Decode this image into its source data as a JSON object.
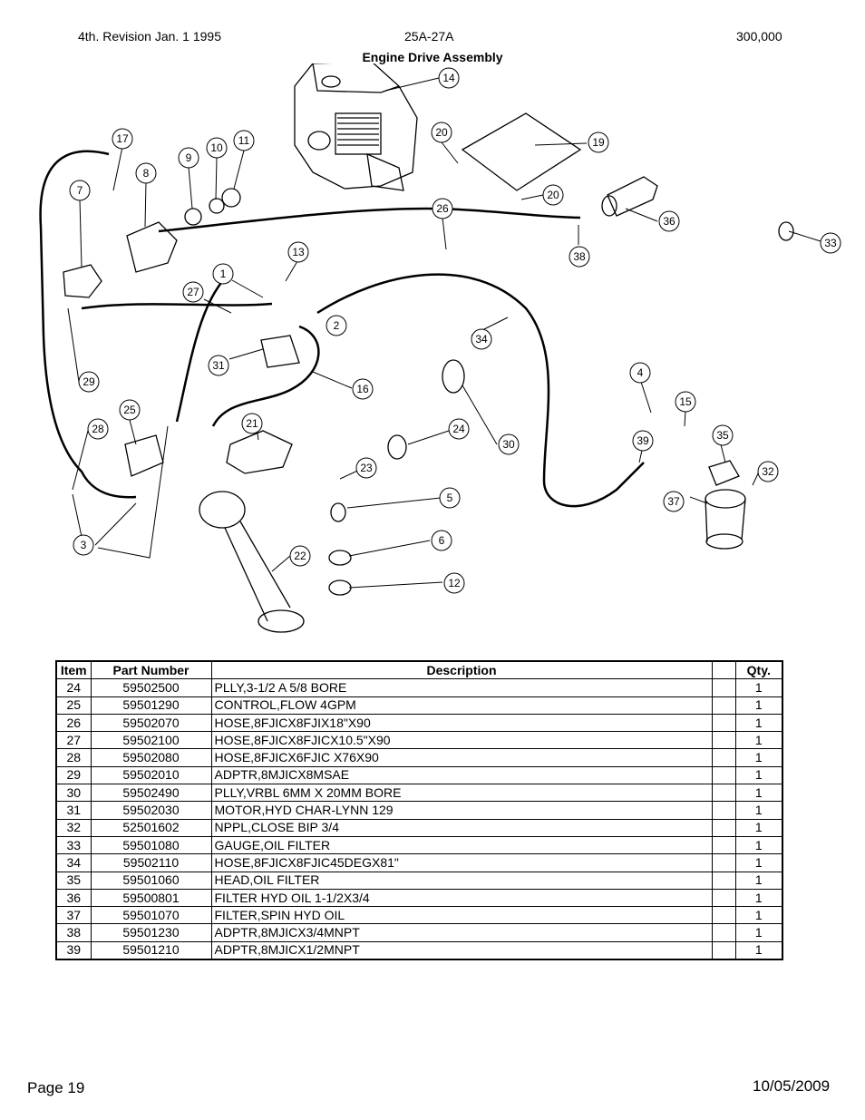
{
  "header": {
    "revision": "4th. Revision Jan. 1 1995",
    "model": "25A-27A",
    "serial": "300,000",
    "title": "Engine Drive Assembly"
  },
  "diagram": {
    "callouts": [
      "14",
      "19",
      "20",
      "20",
      "26",
      "36",
      "33",
      "38",
      "17",
      "8",
      "9",
      "10",
      "11",
      "7",
      "13",
      "1",
      "2",
      "27",
      "31",
      "16",
      "34",
      "4",
      "15",
      "35",
      "32",
      "39",
      "37",
      "25",
      "28",
      "29",
      "21",
      "24",
      "30",
      "23",
      "5",
      "6",
      "12",
      "22",
      "3"
    ]
  },
  "table": {
    "headers": [
      "Item",
      "Part Number",
      "Description",
      "",
      "Qty."
    ],
    "rows": [
      {
        "item": "24",
        "part": "59502500",
        "desc": "PLLY,3-1/2 A 5/8 BORE",
        "extra": "",
        "qty": "1"
      },
      {
        "item": "25",
        "part": "59501290",
        "desc": "CONTROL,FLOW 4GPM",
        "extra": "",
        "qty": "1"
      },
      {
        "item": "26",
        "part": "59502070",
        "desc": "HOSE,8FJICX8FJIX18\"X90",
        "extra": "",
        "qty": "1"
      },
      {
        "item": "27",
        "part": "59502100",
        "desc": "HOSE,8FJICX8FJICX10.5\"X90",
        "extra": "",
        "qty": "1"
      },
      {
        "item": "28",
        "part": "59502080",
        "desc": "HOSE,8FJICX6FJIC X76X90",
        "extra": "",
        "qty": "1"
      },
      {
        "item": "29",
        "part": "59502010",
        "desc": "ADPTR,8MJICX8MSAE",
        "extra": "",
        "qty": "1"
      },
      {
        "item": "30",
        "part": "59502490",
        "desc": "PLLY,VRBL 6MM X 20MM BORE",
        "extra": "",
        "qty": "1"
      },
      {
        "item": "31",
        "part": "59502030",
        "desc": "MOTOR,HYD CHAR-LYNN 129",
        "extra": "",
        "qty": "1"
      },
      {
        "item": "32",
        "part": "52501602",
        "desc": "NPPL,CLOSE BIP 3/4",
        "extra": "",
        "qty": "1"
      },
      {
        "item": "33",
        "part": "59501080",
        "desc": "GAUGE,OIL FILTER",
        "extra": "",
        "qty": "1"
      },
      {
        "item": "34",
        "part": "59502110",
        "desc": "HOSE,8FJICX8FJIC45DEGX81\"",
        "extra": "",
        "qty": "1"
      },
      {
        "item": "35",
        "part": "59501060",
        "desc": "HEAD,OIL FILTER",
        "extra": "",
        "qty": "1"
      },
      {
        "item": "36",
        "part": "59500801",
        "desc": "FILTER HYD OIL 1-1/2X3/4",
        "extra": "",
        "qty": "1"
      },
      {
        "item": "37",
        "part": "59501070",
        "desc": "FILTER,SPIN HYD OIL",
        "extra": "",
        "qty": "1"
      },
      {
        "item": "38",
        "part": "59501230",
        "desc": "ADPTR,8MJICX3/4MNPT",
        "extra": "",
        "qty": "1"
      },
      {
        "item": "39",
        "part": "59501210",
        "desc": "ADPTR,8MJICX1/2MNPT",
        "extra": "",
        "qty": "1"
      }
    ]
  },
  "footer": {
    "page": "Page 19",
    "date": "10/05/2009"
  }
}
